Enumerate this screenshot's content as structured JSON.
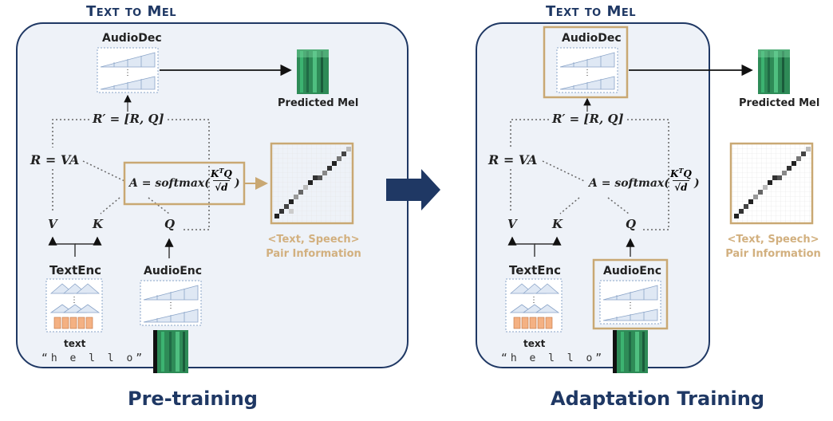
{
  "panels": [
    {
      "title": "Text to Mel",
      "caption": "Pre-training",
      "audiodec": "AudioDec",
      "predicted": "Predicted Mel",
      "rprime": "R′ = [R, Q]",
      "r_eq": "R = VA",
      "a_eq": "A = softmax(",
      "v": "V",
      "k": "K",
      "q": "Q",
      "textenc": "TextEnc",
      "audioenc": "AudioEnc",
      "text_label": "text",
      "hello": "“h e l l o”",
      "pair_line1": "<Text, Speech>",
      "pair_line2": "Pair Information"
    },
    {
      "title": "Text to Mel",
      "caption": "Adaptation Training",
      "audiodec": "AudioDec",
      "predicted": "Predicted Mel",
      "rprime": "R′ = [R, Q]",
      "r_eq": "R = VA",
      "a_eq": "A = softmax(",
      "v": "V",
      "k": "K",
      "q": "Q",
      "textenc": "TextEnc",
      "audioenc": "AudioEnc",
      "text_label": "text",
      "hello": "“h e l l o”",
      "pair_line1": "<Text, Speech>",
      "pair_line2": "Pair Information"
    }
  ],
  "colors": {
    "navy": "#1f3864",
    "highlight": "#c9a873",
    "pair_text": "#d2b07f",
    "panel_bg": "#eef2f8",
    "orange_block": "#f4b183",
    "mel": "#2e8b57"
  },
  "icons": [
    "arrow-right-icon",
    "spectrogram-icon",
    "attention-map-icon"
  ]
}
